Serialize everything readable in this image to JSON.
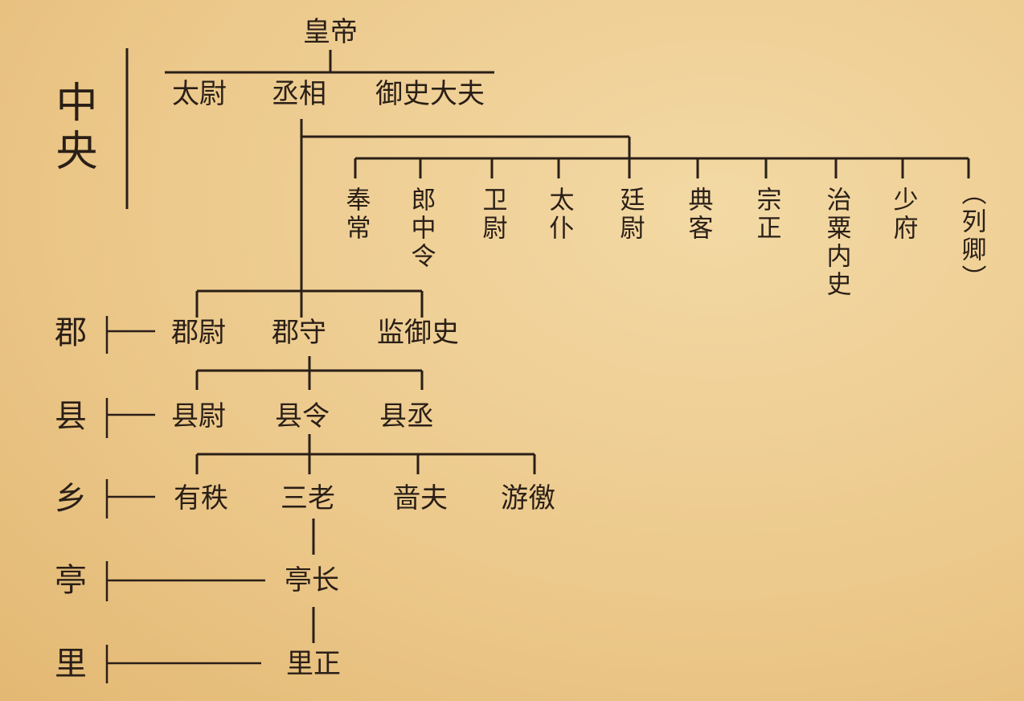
{
  "central": {
    "label": "中央",
    "emperor": "皇帝",
    "three_lords": [
      "太尉",
      "丞相",
      "御史大夫"
    ],
    "nine_ministers": [
      "奉常",
      "郎中令",
      "卫尉",
      "太仆",
      "廷尉",
      "典客",
      "宗正",
      "治粟内史",
      "少府",
      "（列卿）"
    ]
  },
  "levels": [
    {
      "label": "郡",
      "officials": [
        "郡尉",
        "郡守",
        "监御史"
      ]
    },
    {
      "label": "县",
      "officials": [
        "县尉",
        "县令",
        "县丞"
      ]
    },
    {
      "label": "乡",
      "officials": [
        "有秩",
        "三老",
        "啬夫",
        "游徼"
      ]
    },
    {
      "label": "亭",
      "officials": [
        "亭长"
      ]
    },
    {
      "label": "里",
      "officials": [
        "里正"
      ]
    }
  ]
}
